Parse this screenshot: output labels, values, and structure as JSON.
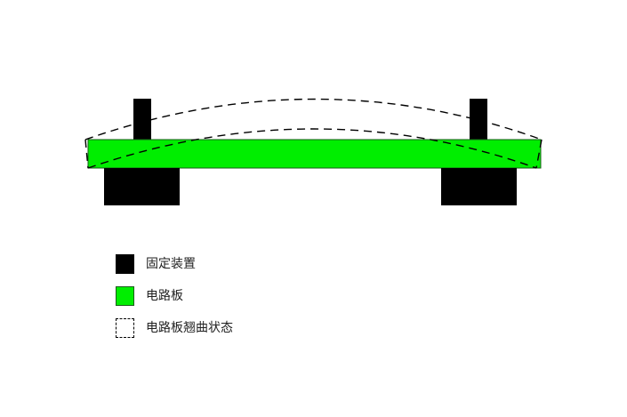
{
  "colors": {
    "fixture": "#000000",
    "board": "#00ee00",
    "board_outline": "#1a5c1a",
    "warp": "#000000"
  },
  "legend": [
    {
      "label": "固定装置",
      "swatch": "solid-black"
    },
    {
      "label": "电路板",
      "swatch": "solid-green"
    },
    {
      "label": "电路板翘曲状态",
      "swatch": "dashed-outline"
    }
  ]
}
